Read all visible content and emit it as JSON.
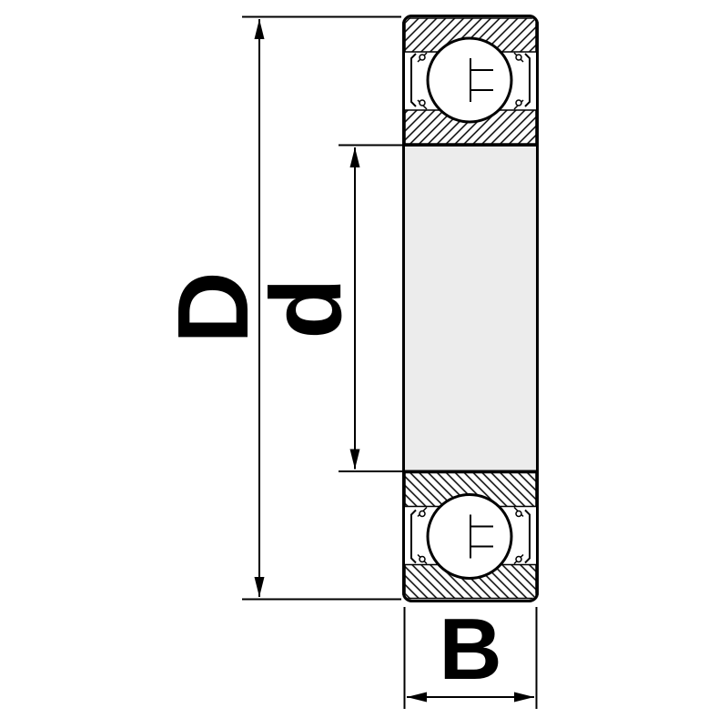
{
  "diagram": {
    "labels": {
      "outer_diameter": "D",
      "bore_diameter": "d",
      "width": "B"
    },
    "colors": {
      "background": "#ffffff",
      "body_fill": "#ececec",
      "outline": "#000000",
      "hatch_line": "#000000",
      "ball_fill": "#ffffff"
    }
  }
}
